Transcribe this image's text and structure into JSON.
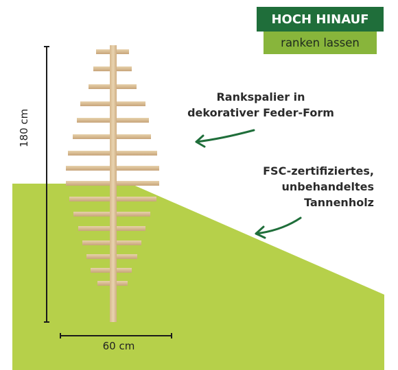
{
  "badge": {
    "title": "HOCH HINAUF",
    "subtitle": "ranken lassen"
  },
  "annotations": {
    "shape": [
      "Rankspalier in",
      "dekorativer Feder-Form"
    ],
    "material": [
      "FSC-zertifiziertes,",
      "unbehandeltes",
      "Tannenholz"
    ]
  },
  "dimensions": {
    "height": "180 cm",
    "width": "60 cm"
  },
  "colors": {
    "badge_dark_green": "#1f6e3a",
    "badge_light_green": "#88b53b",
    "lawn": "#b6d04a",
    "arrow": "#1f6e3a",
    "wood": "#dcc09a"
  }
}
